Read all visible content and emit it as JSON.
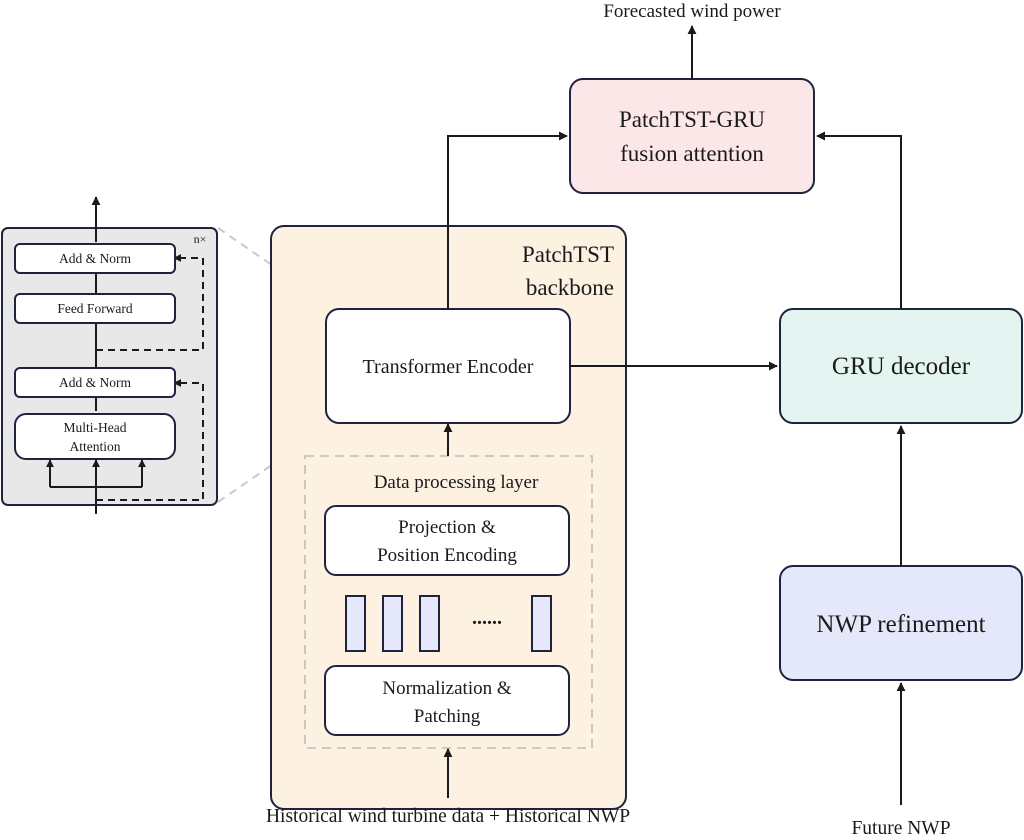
{
  "labels": {
    "output": "Forecasted wind power",
    "fusion_line1": "PatchTST-GRU",
    "fusion_line2": "fusion attention",
    "backbone_line1": "PatchTST",
    "backbone_line2": "backbone",
    "transformer_encoder": "Transformer Encoder",
    "data_processing_layer": "Data processing layer",
    "projection_line1": "Projection &",
    "projection_line2": "Position Encoding",
    "patches_ellipsis": "......",
    "normalization_line1": "Normalization &",
    "normalization_line2": "Patching",
    "historical_input": "Historical wind turbine data + Historical NWP",
    "gru_decoder": "GRU decoder",
    "nwp_refinement": "NWP refinement",
    "future_input": "Future NWP",
    "repeat_marker": "n×",
    "add_norm_top": "Add & Norm",
    "feed_forward": "Feed Forward",
    "add_norm_bottom": "Add & Norm",
    "mha_line1": "Multi-Head",
    "mha_line2": "Attention"
  },
  "colors": {
    "fusion_fill": "#fbe6e8",
    "backbone_fill": "#fdf1e2",
    "gru_fill": "#e3f4f1",
    "nwp_fill": "#e5e7fb",
    "patch_fill": "#e5e7fb",
    "encoder_detail_fill": "#e8e8e8",
    "stroke": "#1f2340"
  }
}
